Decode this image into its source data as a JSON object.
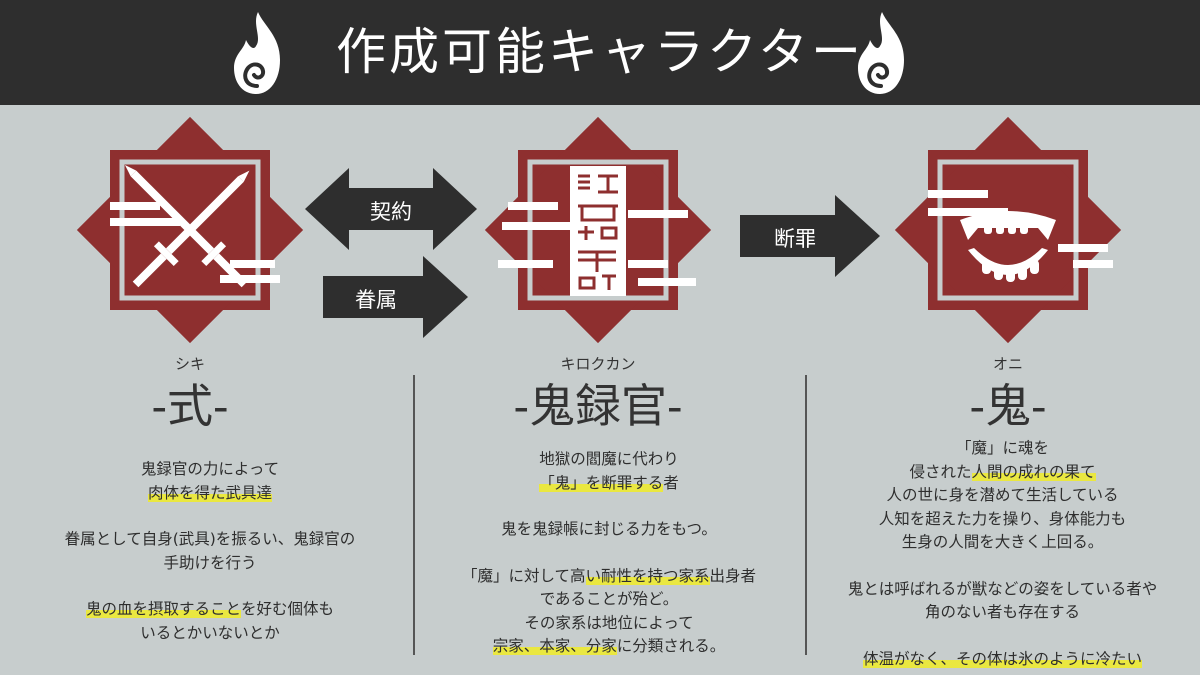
{
  "title": "作成可能キャラクター",
  "colors": {
    "header": "#2e2e2e",
    "background": "#c7cdcd",
    "badge": "#8e2f2f",
    "arrow": "#2e2e2e",
    "highlight": "#f0ec28"
  },
  "arrows": {
    "contract": "契約",
    "kin": "眷属",
    "judgment": "断罪"
  },
  "characters": [
    {
      "icon": "crossed-swords-icon",
      "ruby": "シキ",
      "name": "-式-",
      "desc": [
        [
          {
            "t": "鬼録官の力によって"
          }
        ],
        [
          {
            "t": "肉体を得た武具達",
            "h": true
          }
        ],
        [],
        [
          {
            "t": "眷属として自身(武具)を振るい、鬼録官の"
          }
        ],
        [
          {
            "t": "手助けを行う"
          }
        ],
        [],
        [
          {
            "t": "鬼の血を摂取すること",
            "h": true
          },
          {
            "t": "を好む個体も"
          }
        ],
        [
          {
            "t": "いるとかいないとか"
          }
        ]
      ]
    },
    {
      "icon": "talisman-icon",
      "ruby": "キロクカン",
      "name": "-鬼録官-",
      "desc": [
        [
          {
            "t": "地獄の閻魔に代わり"
          }
        ],
        [
          {
            "t": "「鬼」を断罪する",
            "h": true
          },
          {
            "t": "者"
          }
        ],
        [],
        [
          {
            "t": "鬼を鬼録帳に封じる力をもつ。"
          }
        ],
        [],
        [
          {
            "t": "「魔」に対して高"
          },
          {
            "t": "い耐性を持つ家系",
            "h": true
          },
          {
            "t": "出身者"
          }
        ],
        [
          {
            "t": "であることが殆ど。"
          }
        ],
        [
          {
            "t": "その家系は地位によって"
          }
        ],
        [
          {
            "t": "宗家、本家、分家",
            "h": true
          },
          {
            "t": "に分類される。"
          }
        ]
      ]
    },
    {
      "icon": "fangs-icon",
      "ruby": "オニ",
      "name": "-鬼-",
      "desc": [
        [
          {
            "t": "「魔」に魂を"
          }
        ],
        [
          {
            "t": "侵された"
          },
          {
            "t": "人間の成れの果て",
            "h": true
          }
        ],
        [
          {
            "t": "人の世に身を潜めて生活している"
          }
        ],
        [
          {
            "t": "人知を超えた力を操り、身体能力も"
          }
        ],
        [
          {
            "t": "生身の人間を大きく上回る。"
          }
        ],
        [],
        [
          {
            "t": "鬼とは呼ばれるが獣などの姿をしている者や"
          }
        ],
        [
          {
            "t": "角のない者も存在する"
          }
        ],
        [],
        [
          {
            "t": "体温がなく、その体は氷のように冷たい",
            "h": true
          }
        ]
      ]
    }
  ]
}
